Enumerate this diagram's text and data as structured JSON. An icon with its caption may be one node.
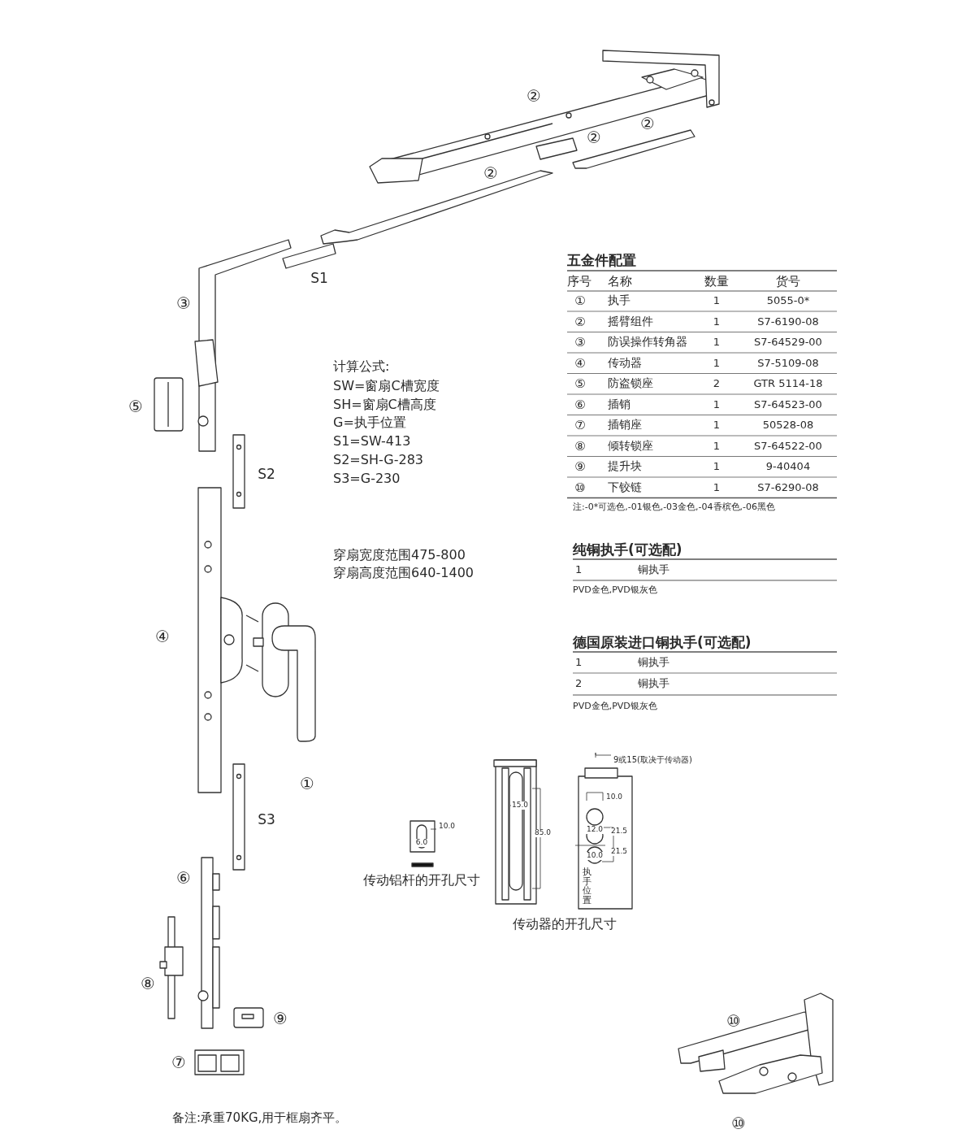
{
  "diagram": {
    "labels": [
      "②",
      "②",
      "②",
      "②",
      "S1",
      "五金件配置",
      "序号",
      "名称",
      "数量",
      "货号",
      "①",
      "执手",
      "1",
      "5055-0*",
      "②",
      "摇臂组件",
      "1",
      "S7-6190-08",
      "③",
      "防误操作转角器",
      "1",
      "S7-64529-00",
      "④",
      "传动器",
      "1",
      "S7-5109-08",
      "⑤",
      "防盗锁座",
      "2",
      "GTR 5114-18",
      "⑥",
      "插销",
      "1",
      "S7-64523-00",
      "⑦",
      "插销座",
      "1",
      "50528-08",
      "⑧",
      "倾转锁座",
      "1",
      "S7-64522-00",
      "⑨",
      "提升块",
      "1",
      "9-40404",
      "⑩",
      "下铰链",
      "1",
      "S7-6290-08",
      "注:-0*可选色,-01银色,-03金色,-04香槟色,-06黑色",
      "③",
      "计算公式:",
      "SW=窗扇C槽宽度",
      "SH=窗扇C槽高度",
      "G=执手位置",
      "S1=SW-413",
      "S2=SH-G-283",
      "S3=G-230",
      "⑤",
      "S2",
      "纯铜执手(可选配)",
      "1",
      "铜执手",
      "PVD金色,PVD银灰色",
      "穿扇宽度范围475-800",
      "穿扇高度范围640-1400",
      "④",
      "德国原装进口铜执手(可选配)",
      "1",
      "铜执手",
      "2",
      "铜执手",
      "PVD金色,PVD银灰色",
      "9或15(取决于传动器)",
      "①",
      "15.0",
      "10.0",
      "S3",
      "10.0",
      "85.0",
      "12.0",
      "21.5",
      "6.0",
      "10.0",
      "21.5",
      "⑥",
      "传动铝杆的开孔尺寸",
      "执手位置",
      "传动器的开孔尺寸",
      "⑧",
      "⑨",
      "⑩",
      "⑦",
      "⑩",
      "备注:承重70KG,用于框扇齐平。"
    ]
  }
}
